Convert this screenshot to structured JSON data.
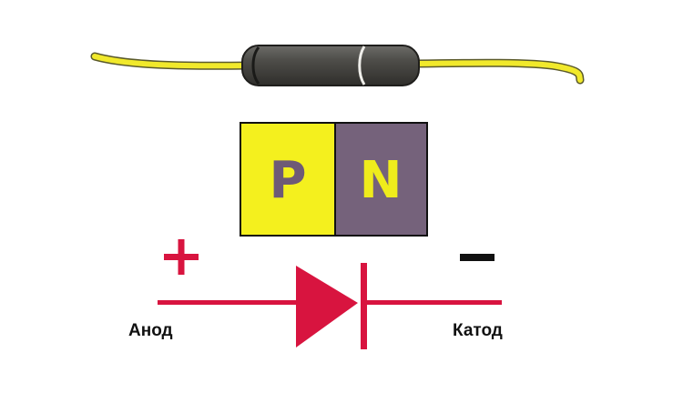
{
  "pn_junction": {
    "p_label": "P",
    "n_label": "N"
  },
  "polarity": {
    "plus": "+",
    "minus": "–"
  },
  "terminals": {
    "anode_label": "Анод",
    "cathode_label": "Катод"
  },
  "colors": {
    "p_region": "#f4f01e",
    "n_region": "#75627b",
    "lead_wire": "#f1e92b",
    "diode_body": "#4d4c48",
    "symbol": "#d8143f",
    "text": "#111111"
  }
}
